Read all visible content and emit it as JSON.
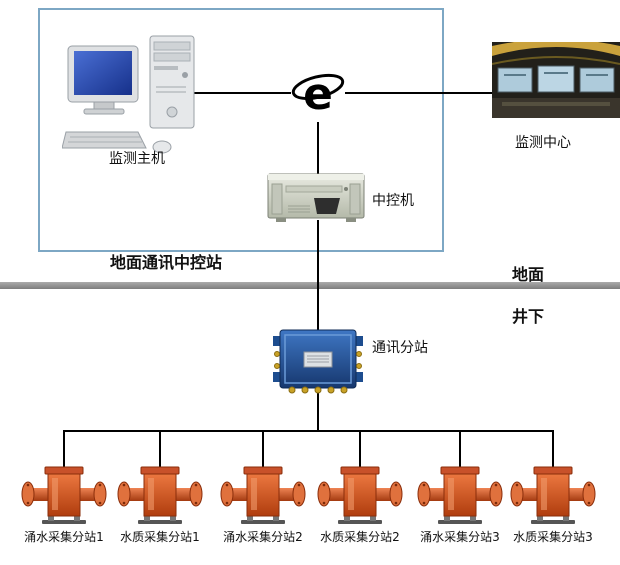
{
  "ground_station": {
    "box_label": "地面通讯中控站",
    "host_label": "监测主机",
    "control_machine_label": "中控机"
  },
  "monitoring_center": {
    "label": "监测中心"
  },
  "boundary": {
    "surface_label": "地面",
    "underground_label": "井下"
  },
  "underground": {
    "substation_label": "通讯分站",
    "devices": [
      {
        "label": "涌水采集分站1"
      },
      {
        "label": "水质采集分站1"
      },
      {
        "label": "涌水采集分站2"
      },
      {
        "label": "水质采集分站2"
      },
      {
        "label": "涌水采集分站3"
      },
      {
        "label": "水质采集分站3"
      }
    ]
  },
  "icons": {
    "network_icon": "internet-e-logo"
  },
  "colors": {
    "ground_box_border": "#7da7c4",
    "wire": "#000000",
    "divider_gray": "#8e8e8e",
    "junction_blue": "#2a5fa8",
    "device_orange": "#d4502a",
    "server_beige": "#d7dacf",
    "screen_blue": "#2f55b8"
  }
}
